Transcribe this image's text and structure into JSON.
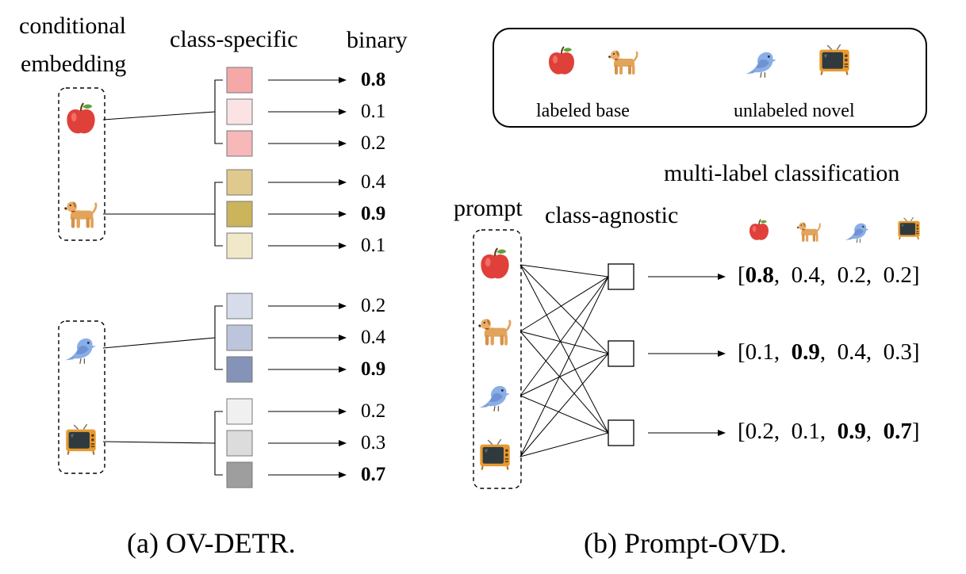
{
  "panel_a": {
    "heading_conditional": "conditional",
    "heading_embedding": "embedding",
    "heading_class_specific": "class-specific",
    "heading_binary": "binary",
    "groups": [
      {
        "icon": "apple-icon",
        "boxes": [
          {
            "color": "#f4a9a8",
            "score": "0.8",
            "bold": true
          },
          {
            "color": "#fbe3e3",
            "score": "0.1",
            "bold": false
          },
          {
            "color": "#f6b8b8",
            "score": "0.2",
            "bold": false
          }
        ]
      },
      {
        "icon": "dog-icon",
        "boxes": [
          {
            "color": "#e0c98c",
            "score": "0.4",
            "bold": false
          },
          {
            "color": "#cbb45c",
            "score": "0.9",
            "bold": true
          },
          {
            "color": "#f1e8c9",
            "score": "0.1",
            "bold": false
          }
        ]
      },
      {
        "icon": "bird-icon",
        "boxes": [
          {
            "color": "#d6dce9",
            "score": "0.2",
            "bold": false
          },
          {
            "color": "#bcc5dc",
            "score": "0.4",
            "bold": false
          },
          {
            "color": "#8593b8",
            "score": "0.9",
            "bold": true
          }
        ]
      },
      {
        "icon": "tv-icon",
        "boxes": [
          {
            "color": "#f0f0f0",
            "score": "0.2",
            "bold": false
          },
          {
            "color": "#dcdcdc",
            "score": "0.3",
            "bold": false
          },
          {
            "color": "#9e9e9e",
            "score": "0.7",
            "bold": true
          }
        ]
      }
    ],
    "caption": "(a) OV-DETR."
  },
  "panel_b": {
    "legend": {
      "labeled": "labeled base",
      "unlabeled": "unlabeled novel"
    },
    "heading_multilabel": "multi-label classification",
    "heading_prompt": "prompt",
    "heading_class_agnostic": "class-agnostic",
    "rows": [
      {
        "values": [
          {
            "v": "0.8",
            "bold": true
          },
          {
            "v": "0.4",
            "bold": false
          },
          {
            "v": "0.2",
            "bold": false
          },
          {
            "v": "0.2",
            "bold": false
          }
        ]
      },
      {
        "values": [
          {
            "v": "0.1",
            "bold": false
          },
          {
            "v": "0.9",
            "bold": true
          },
          {
            "v": "0.4",
            "bold": false
          },
          {
            "v": "0.3",
            "bold": false
          }
        ]
      },
      {
        "values": [
          {
            "v": "0.2",
            "bold": false
          },
          {
            "v": "0.1",
            "bold": false
          },
          {
            "v": "0.9",
            "bold": true
          },
          {
            "v": "0.7",
            "bold": true
          }
        ]
      }
    ],
    "caption": "(b) Prompt-OVD."
  }
}
